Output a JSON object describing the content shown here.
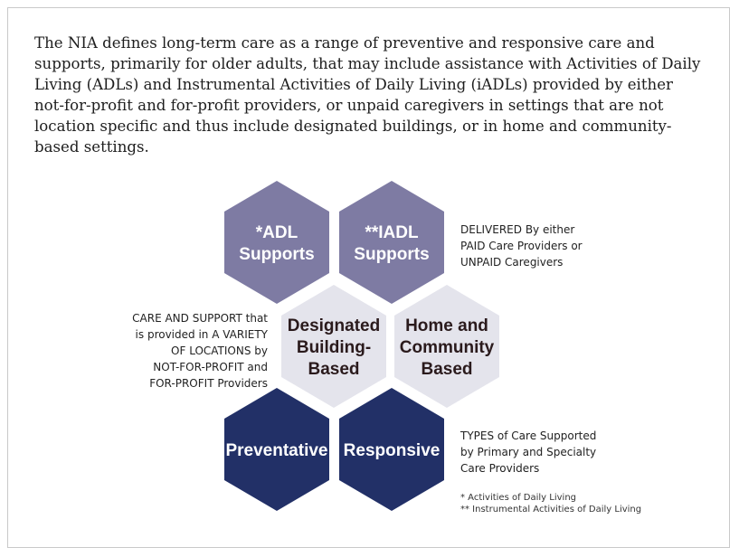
{
  "intro_text": "The NIA defines long-term care as a range of preventive and responsive care and supports, primarily for older adults, that may include assistance with Activities of Daily Living (ADLs) and Instrumental Activities of Daily Living (iADLs) provided by either not-for-profit and for-profit providers, or unpaid caregivers in settings that are not location specific and thus include designated buildings, or in home and community-based settings.",
  "colors": {
    "supports_hex": "#7e7ba3",
    "location_hex": "#e4e4ec",
    "care_type_hex": "#223067",
    "light_text": "#ffffff",
    "dark_text": "#2a1a1c"
  },
  "hexagons": [
    {
      "id": "adl",
      "lines": [
        "*ADL",
        "Supports"
      ]
    },
    {
      "id": "iadl",
      "lines": [
        "**IADL",
        "Supports"
      ]
    },
    {
      "id": "designated",
      "lines": [
        "Designated",
        "Building-",
        "Based"
      ]
    },
    {
      "id": "home",
      "lines": [
        "Home and",
        "Community",
        "Based"
      ]
    },
    {
      "id": "preventative",
      "lines": [
        "Preventative"
      ]
    },
    {
      "id": "responsive",
      "lines": [
        "Responsive"
      ]
    }
  ],
  "notes": {
    "delivered": [
      "DELIVERED By either",
      "PAID Care Providers or",
      "UNPAID Caregivers"
    ],
    "locations": [
      "CARE AND SUPPORT that",
      "is provided in A VARIETY",
      "OF LOCATIONS by",
      "NOT-FOR-PROFIT and",
      "FOR-PROFIT Providers"
    ],
    "types": [
      "TYPES of Care Supported",
      "by Primary and Specialty",
      "Care Providers"
    ]
  },
  "footnotes": [
    "* Activities of Daily Living",
    "** Instrumental Activities of Daily Living"
  ]
}
